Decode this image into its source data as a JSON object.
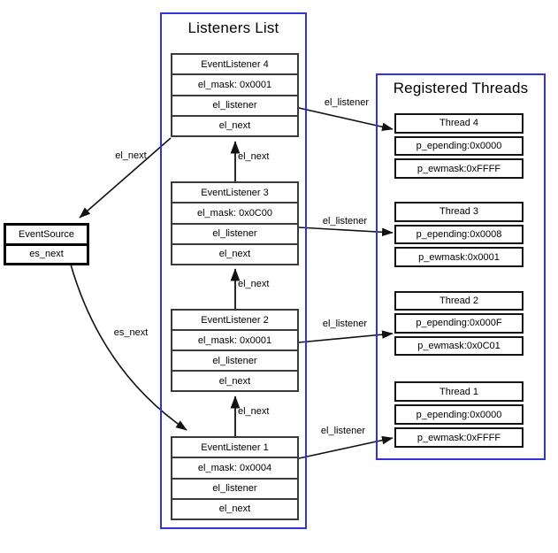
{
  "diagram": {
    "listeners_panel": {
      "title": "Listeners List",
      "nodes": [
        {
          "title": "EventListener 4",
          "rows": [
            "el_mask: 0x0001",
            "el_listener",
            "el_next"
          ]
        },
        {
          "title": "EventListener 3",
          "rows": [
            "el_mask: 0x0C00",
            "el_listener",
            "el_next"
          ]
        },
        {
          "title": "EventListener 2",
          "rows": [
            "el_mask: 0x0001",
            "el_listener",
            "el_next"
          ]
        },
        {
          "title": "EventListener 1",
          "rows": [
            "el_mask: 0x0004",
            "el_listener",
            "el_next"
          ]
        }
      ]
    },
    "threads_panel": {
      "title": "Registered Threads",
      "nodes": [
        {
          "title": "Thread 4",
          "rows": [
            "p_epending:0x0000",
            "p_ewmask:0xFFFF"
          ]
        },
        {
          "title": "Thread 3",
          "rows": [
            "p_epending:0x0008",
            "p_ewmask:0x0001"
          ]
        },
        {
          "title": "Thread 2",
          "rows": [
            "p_epending:0x000F",
            "p_ewmask:0x0C01"
          ]
        },
        {
          "title": "Thread 1",
          "rows": [
            "p_epending:0x0000",
            "p_ewmask:0xFFFF"
          ]
        }
      ]
    },
    "source_node": {
      "title": "EventSource",
      "rows": [
        "es_next"
      ]
    },
    "edge_labels": {
      "el_next_4_to_source": "el_next",
      "el_next_3_to_4": "el_next",
      "el_next_2_to_3": "el_next",
      "el_next_1_to_2": "el_next",
      "es_next": "es_next",
      "el_listener_4": "el_listener",
      "el_listener_3": "el_listener",
      "el_listener_2": "el_listener",
      "el_listener_1": "el_listener"
    },
    "colors": {
      "panel_border": "#3232dd",
      "listener_border": "#3a3a3a",
      "thread_border": "#141414",
      "arrow": "#111111"
    }
  }
}
